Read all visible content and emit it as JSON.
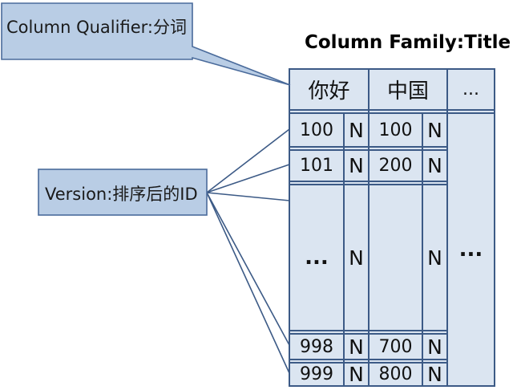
{
  "qualifier_callout": {
    "label": "Column Qualifier:分词"
  },
  "version_callout": {
    "label": "Version:排序后的ID"
  },
  "family_title": "Column Family:Title",
  "headers": {
    "col1": "你好",
    "col2": "中国",
    "col3": "..."
  },
  "rows": [
    {
      "v1": "100",
      "f1": "N",
      "v2": "100",
      "f2": "N"
    },
    {
      "v1": "101",
      "f1": "N",
      "v2": "200",
      "f2": "N"
    },
    {
      "v1": "...",
      "f1": "N",
      "v2": "",
      "f2": "N"
    },
    {
      "v1": "998",
      "f1": "N",
      "v2": "700",
      "f2": "N"
    },
    {
      "v1": "999",
      "f1": "N",
      "v2": "800",
      "f2": "N"
    }
  ],
  "third_column_cell": "...",
  "colors": {
    "cell_fill": "#dbe5f1",
    "border": "#3c5a86",
    "callout_fill": "#b9cde5",
    "callout_border": "#4a6b9b"
  }
}
